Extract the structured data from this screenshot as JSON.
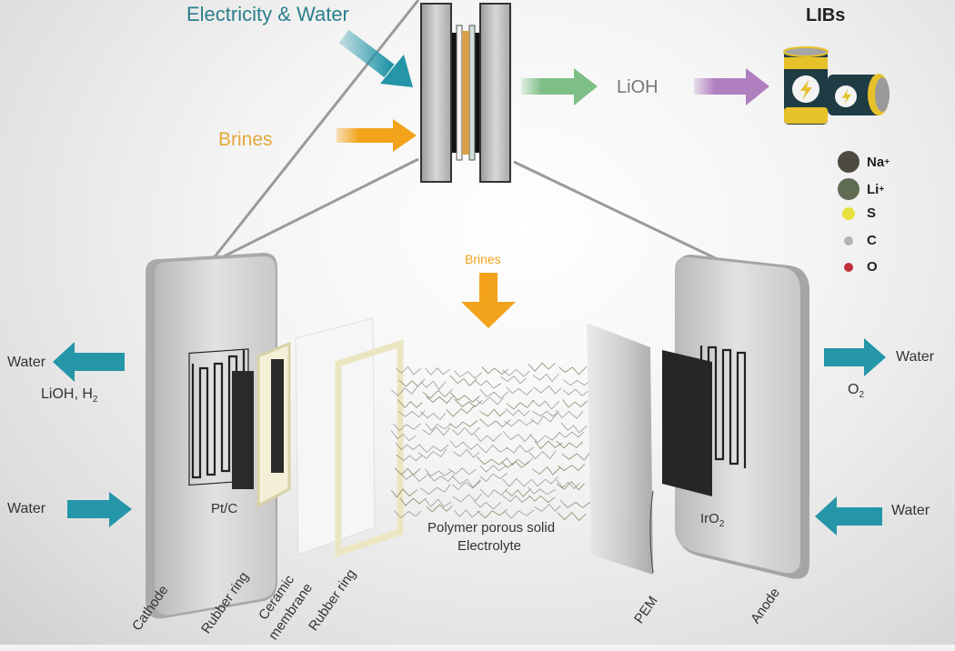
{
  "top": {
    "input_label_1": "Electricity & Water",
    "input_label_2": "Brines",
    "product_label": "LiOH",
    "final_label": "LIBs"
  },
  "legend": [
    {
      "label": "Na",
      "sup": "+",
      "color": "#4e4a42"
    },
    {
      "label": "Li",
      "sup": "+",
      "color": "#5f6b52"
    },
    {
      "label": "S",
      "sup": "",
      "color": "#e6e040"
    },
    {
      "label": "C",
      "sup": "",
      "color": "#b3b3b3"
    },
    {
      "label": "O",
      "sup": "",
      "color": "#c0303a"
    }
  ],
  "middle": {
    "brines_label": "Brines",
    "electrolyte_line1": "Polymer porous solid",
    "electrolyte_line2": "Electrolyte"
  },
  "left_side": {
    "water_out": "Water",
    "products": "LiOH, H",
    "products_sub": "2",
    "water_in": "Water",
    "catalyst": "Pt/C"
  },
  "right_side": {
    "water_out": "Water",
    "product": "O",
    "product_sub": "2",
    "water_in": "Water",
    "catalyst": "IrO",
    "catalyst_sub": "2"
  },
  "components": [
    "Cathode",
    "Rubber ring",
    "Ceramic",
    "membrane",
    "Rubber ring",
    "PEM",
    "Anode"
  ],
  "colors": {
    "teal": "#2596a8",
    "orange": "#f2a31b",
    "green": "#7dbf85",
    "purple": "#b07fc0",
    "battery_yellow": "#e7c12a",
    "battery_dark": "#1f3b44"
  }
}
